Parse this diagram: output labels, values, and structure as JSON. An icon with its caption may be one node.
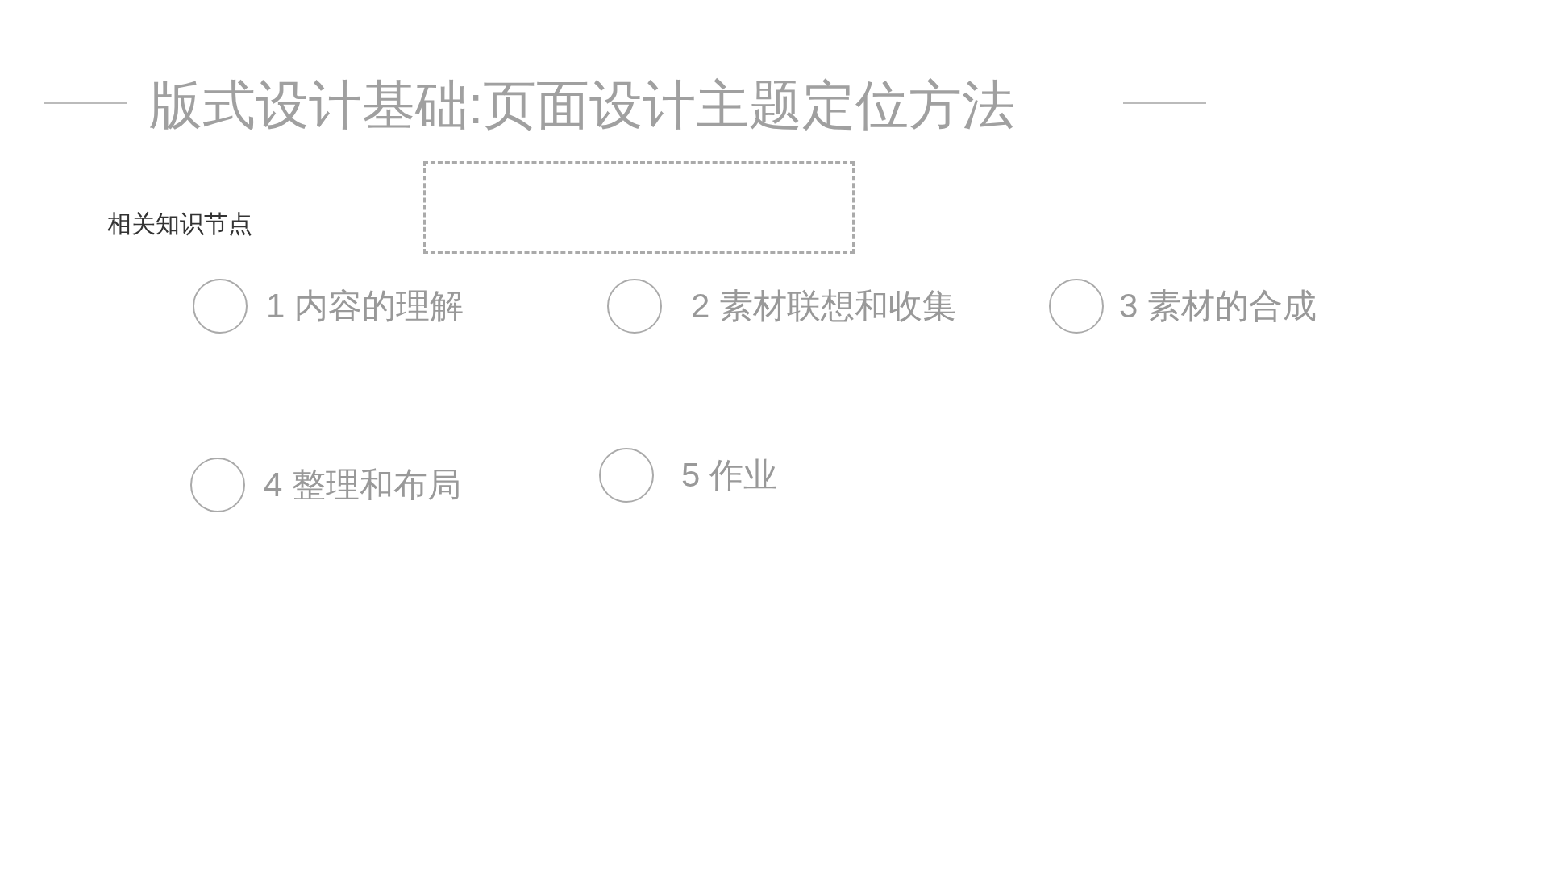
{
  "diagram": {
    "title": "版式设计基础:页面设计主题定位方法",
    "nodes": [
      {
        "text": [],
        "shape": "box"
      },
      {
        "text": [],
        "shape": "circle",
        "beside": [
          "1 内容的理解"
        ]
      },
      {
        "text": [],
        "shape": "circle",
        "beside": [
          "2 素材联想和收集"
        ]
      },
      {
        "text": [],
        "shape": "circle",
        "beside": [
          "3 素材的合成"
        ]
      },
      {
        "text": [],
        "shape": "circle",
        "beside": [
          "4 整理和布局"
        ]
      },
      {
        "text": [],
        "shape": "circle",
        "beside": [
          "5 作业"
        ]
      }
    ],
    "edges": [],
    "labels": [
      "相关知识节点"
    ]
  }
}
